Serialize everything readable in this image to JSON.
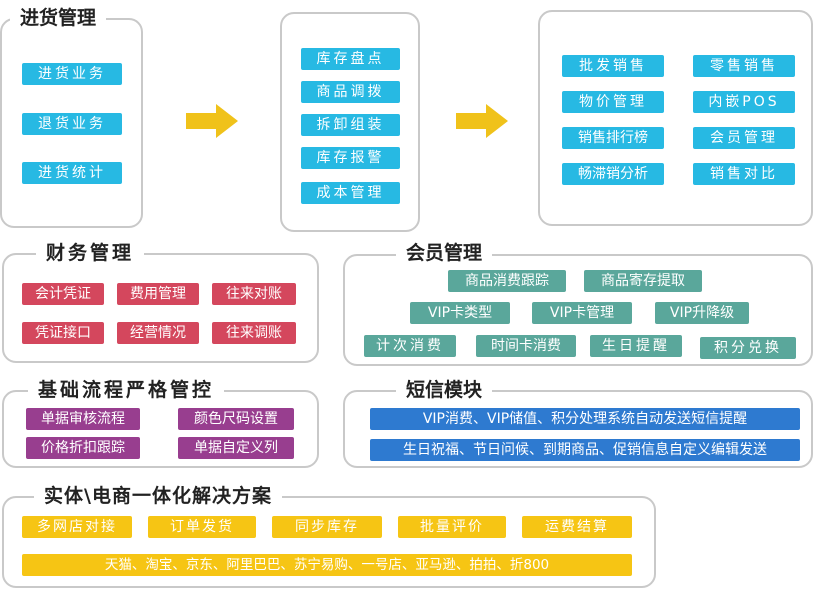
{
  "purchase": {
    "title": "进货管理",
    "items": [
      "进货业务",
      "退货业务",
      "进货统计"
    ]
  },
  "inventory": {
    "items": [
      "库存盘点",
      "商品调拨",
      "拆卸组装",
      "库存报警",
      "成本管理"
    ]
  },
  "sales": {
    "left": [
      "批发销售",
      "物价管理",
      "销售排行榜",
      "畅滞销分析"
    ],
    "right": [
      "零售销售",
      "内嵌POS",
      "会员管理",
      "销售对比"
    ]
  },
  "finance": {
    "title": "财务管理",
    "items": [
      "会计凭证",
      "费用管理",
      "往来对账",
      "凭证接口",
      "经营情况",
      "往来调账"
    ]
  },
  "member": {
    "title": "会员管理",
    "row1": [
      "商品消费跟踪",
      "商品寄存提取"
    ],
    "row2": [
      "VIP卡类型",
      "VIP卡管理",
      "VIP升降级"
    ],
    "row3": [
      "计次消费",
      "时间卡消费",
      "生日提醒",
      "积分兑换"
    ]
  },
  "process": {
    "title": "基础流程严格管控",
    "items": [
      "单据审核流程",
      "颜色尺码设置",
      "价格折扣跟踪",
      "单据自定义列"
    ]
  },
  "sms": {
    "title": "短信模块",
    "items": [
      "VIP消费、VIP储值、积分处理系统自动发送短信提醒",
      "生日祝福、节日问候、到期商品、促销信息自定义编辑发送"
    ]
  },
  "ecommerce": {
    "title": "实体\\电商一体化解决方案",
    "items": [
      "多网店对接",
      "订单发货",
      "同步库存",
      "批量评价",
      "运费结算"
    ],
    "platforms": "天猫、淘宝、京东、阿里巴巴、苏宁易购、一号店、亚马逊、拍拍、折800"
  },
  "colors": {
    "cyan": "#27b9e3",
    "red": "#d4475d",
    "teal": "#5aa79b",
    "purple": "#983e8f",
    "blue": "#2e7ad0",
    "yellow": "#f6c514",
    "arrow": "#f0c21a"
  }
}
